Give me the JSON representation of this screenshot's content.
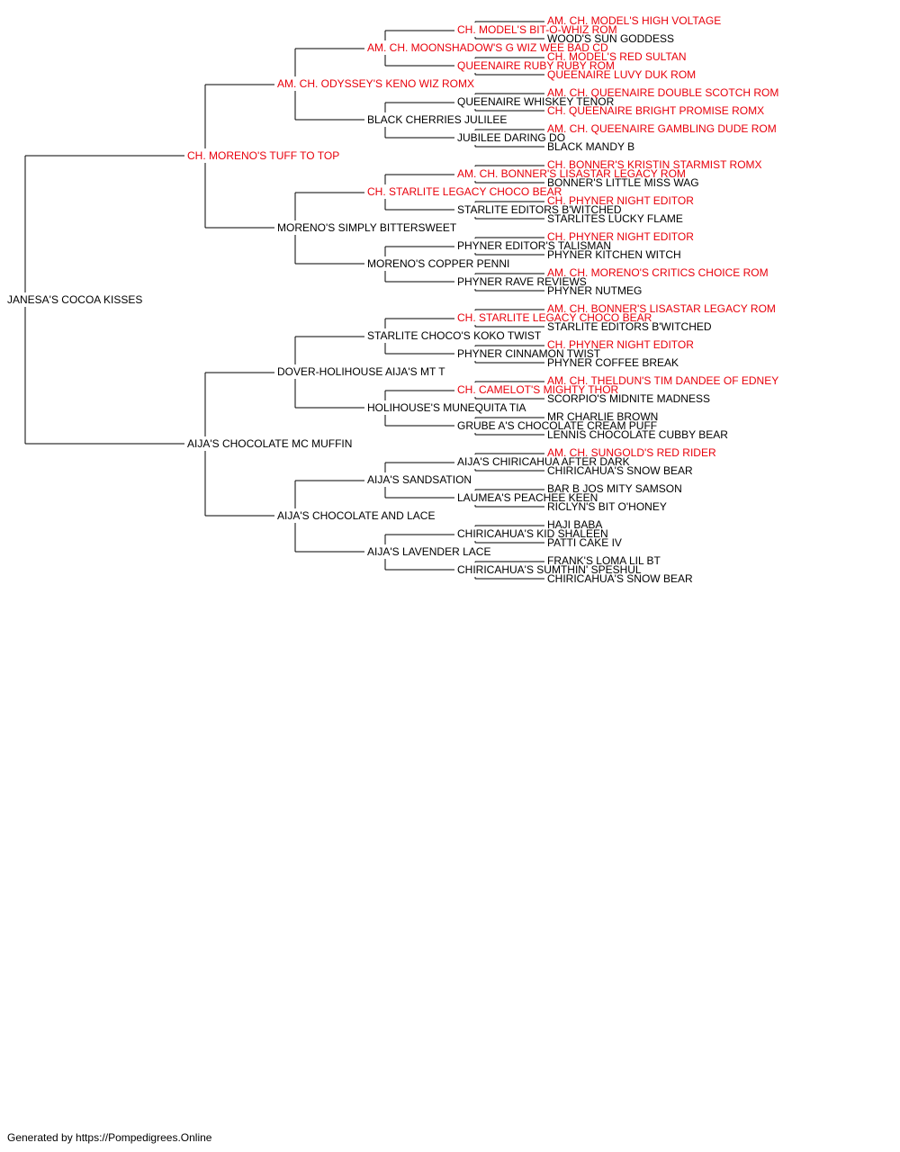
{
  "colors": {
    "text": "#000000",
    "champion": "#e8000b",
    "line": "#000000"
  },
  "pedigree": {
    "name": "JANESA'S COCOA KISSES",
    "champion": false,
    "sire": {
      "name": "CH. MORENO'S TUFF TO TOP",
      "champion": true,
      "sire": {
        "name": "AM. CH. ODYSSEY'S KENO WIZ ROMX",
        "champion": true,
        "sire": {
          "name": "AM. CH. MOONSHADOW'S G WIZ WEE BAD CD",
          "champion": true,
          "sire": {
            "name": "CH. MODEL'S BIT-O-WHIZ ROM",
            "champion": true,
            "sire": {
              "name": "AM. CH. MODEL'S HIGH VOLTAGE",
              "champion": true
            },
            "dam": {
              "name": "WOOD'S SUN GODDESS",
              "champion": false
            }
          },
          "dam": {
            "name": "QUEENAIRE RUBY RUBY ROM",
            "champion": true,
            "sire": {
              "name": "CH. MODEL'S RED SULTAN",
              "champion": true
            },
            "dam": {
              "name": "QUEENAIRE LUVY DUK ROM",
              "champion": true
            }
          }
        },
        "dam": {
          "name": "BLACK CHERRIES JULILEE",
          "champion": false,
          "sire": {
            "name": "QUEENAIRE WHISKEY TENOR",
            "champion": false,
            "sire": {
              "name": "AM. CH. QUEENAIRE DOUBLE SCOTCH ROM",
              "champion": true
            },
            "dam": {
              "name": "CH. QUEENAIRE BRIGHT PROMISE ROMX",
              "champion": true
            }
          },
          "dam": {
            "name": "JUBILEE DARING DO",
            "champion": false,
            "sire": {
              "name": "AM. CH. QUEENAIRE GAMBLING DUDE ROM",
              "champion": true
            },
            "dam": {
              "name": "BLACK MANDY B",
              "champion": false
            }
          }
        }
      },
      "dam": {
        "name": "MORENO'S SIMPLY BITTERSWEET",
        "champion": false,
        "sire": {
          "name": "CH. STARLITE LEGACY CHOCO BEAR",
          "champion": true,
          "sire": {
            "name": "AM. CH. BONNER'S LISASTAR LEGACY ROM",
            "champion": true,
            "sire": {
              "name": "CH. BONNER'S KRISTIN STARMIST ROMX",
              "champion": true
            },
            "dam": {
              "name": "BONNER'S LITTLE MISS WAG",
              "champion": false
            }
          },
          "dam": {
            "name": "STARLITE EDITORS B'WITCHED",
            "champion": false,
            "sire": {
              "name": "CH. PHYNER NIGHT EDITOR",
              "champion": true
            },
            "dam": {
              "name": "STARLITES LUCKY FLAME",
              "champion": false
            }
          }
        },
        "dam": {
          "name": "MORENO'S COPPER PENNI",
          "champion": false,
          "sire": {
            "name": "PHYNER EDITOR'S TALISMAN",
            "champion": false,
            "sire": {
              "name": "CH. PHYNER NIGHT EDITOR",
              "champion": true
            },
            "dam": {
              "name": "PHYNER KITCHEN WITCH",
              "champion": false
            }
          },
          "dam": {
            "name": "PHYNER RAVE REVIEWS",
            "champion": false,
            "sire": {
              "name": "AM. CH. MORENO'S CRITICS CHOICE ROM",
              "champion": true
            },
            "dam": {
              "name": "PHYNER NUTMEG",
              "champion": false
            }
          }
        }
      }
    },
    "dam": {
      "name": "AIJA'S CHOCOLATE MC MUFFIN",
      "champion": false,
      "sire": {
        "name": "DOVER-HOLIHOUSE AIJA'S MT T",
        "champion": false,
        "sire": {
          "name": "STARLITE CHOCO'S KOKO TWIST",
          "champion": false,
          "sire": {
            "name": "CH. STARLITE LEGACY CHOCO BEAR",
            "champion": true,
            "sire": {
              "name": "AM. CH. BONNER'S LISASTAR LEGACY ROM",
              "champion": true
            },
            "dam": {
              "name": "STARLITE EDITORS B'WITCHED",
              "champion": false
            }
          },
          "dam": {
            "name": "PHYNER CINNAMON TWIST",
            "champion": false,
            "sire": {
              "name": "CH. PHYNER NIGHT EDITOR",
              "champion": true
            },
            "dam": {
              "name": "PHYNER COFFEE BREAK",
              "champion": false
            }
          }
        },
        "dam": {
          "name": "HOLIHOUSE'S MUNEQUITA TIA",
          "champion": false,
          "sire": {
            "name": "CH. CAMELOT'S MIGHTY THOR",
            "champion": true,
            "sire": {
              "name": "AM. CH. THELDUN'S TIM DANDEE OF EDNEY",
              "champion": true
            },
            "dam": {
              "name": "SCORPIO'S MIDNITE MADNESS",
              "champion": false
            }
          },
          "dam": {
            "name": "GRUBE A'S CHOCOLATE CREAM PUFF",
            "champion": false,
            "sire": {
              "name": "MR CHARLIE BROWN",
              "champion": false
            },
            "dam": {
              "name": "LENNIS CHOCOLATE CUBBY BEAR",
              "champion": false
            }
          }
        }
      },
      "dam": {
        "name": "AIJA'S CHOCOLATE AND LACE",
        "champion": false,
        "sire": {
          "name": "AIJA'S SANDSATION",
          "champion": false,
          "sire": {
            "name": "AIJA'S CHIRICAHUA AFTER DARK",
            "champion": false,
            "sire": {
              "name": "AM. CH. SUNGOLD'S RED RIDER",
              "champion": true
            },
            "dam": {
              "name": "CHIRICAHUA'S SNOW BEAR",
              "champion": false
            }
          },
          "dam": {
            "name": "LAUMEA'S PEACHEE KEEN",
            "champion": false,
            "sire": {
              "name": "BAR B JOS MITY SAMSON",
              "champion": false
            },
            "dam": {
              "name": "RICLYN'S BIT O'HONEY",
              "champion": false
            }
          }
        },
        "dam": {
          "name": "AIJA'S LAVENDER LACE",
          "champion": false,
          "sire": {
            "name": "CHIRICAHUA'S KID SHALEEN",
            "champion": false,
            "sire": {
              "name": "HAJI BABA",
              "champion": false
            },
            "dam": {
              "name": "PATTI CAKE IV",
              "champion": false
            }
          },
          "dam": {
            "name": "CHIRICAHUA'S SUMTHIN' SPESHUL",
            "champion": false,
            "sire": {
              "name": "FRANK'S LOMA LIL BT",
              "champion": false
            },
            "dam": {
              "name": "CHIRICAHUA'S SNOW BEAR",
              "champion": false
            }
          }
        }
      }
    }
  },
  "footer": "Generated by https://Pompedigrees.Online"
}
